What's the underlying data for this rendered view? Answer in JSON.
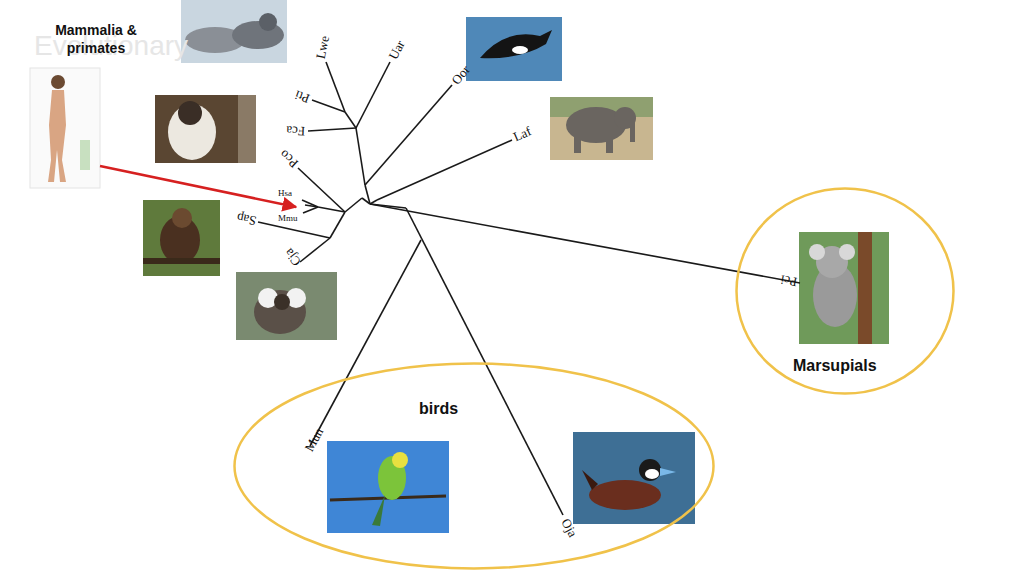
{
  "diagram": {
    "nodes": [
      {
        "text": [
          "Marsupials"
        ]
      },
      {
        "text": [
          "birds"
        ]
      }
    ],
    "labels": [
      "Evolutionary",
      "Mammalia & primates",
      "Lwe",
      "Uar",
      "Pti",
      "Oor",
      "Fca",
      "Laf",
      "Pco",
      "Hsa",
      "Mmu",
      "Sap",
      "Cja",
      "Pci",
      "Mun",
      "Oja"
    ]
  }
}
